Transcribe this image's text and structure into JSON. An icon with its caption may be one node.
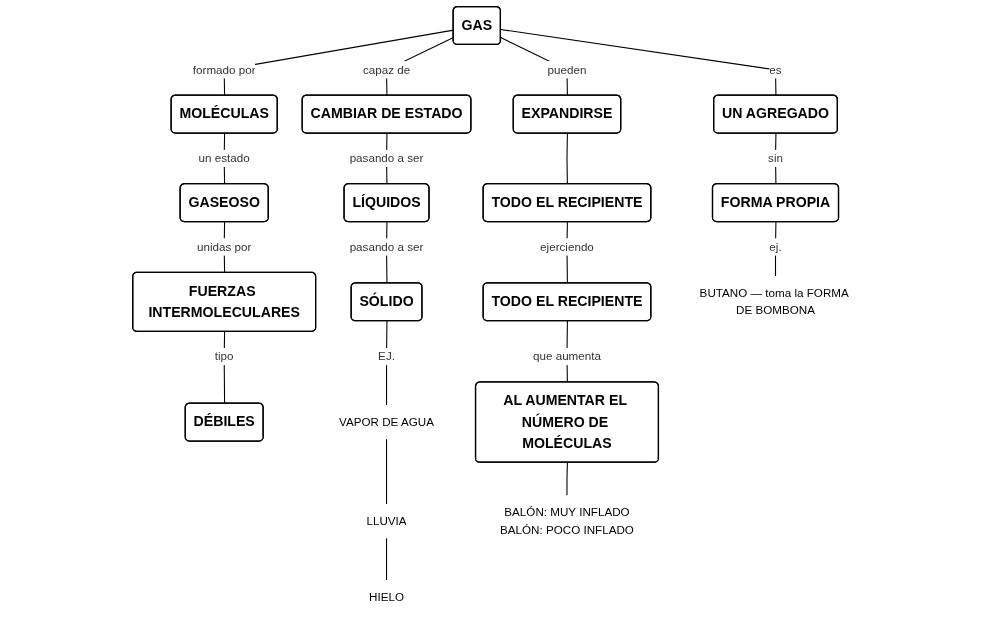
{
  "diagram": {
    "nodes": [
      {
        "text": [
          "GAS"
        ]
      },
      {
        "text": [
          "UN AGREGADO"
        ]
      },
      {
        "text": [
          "EXPANDIRSE"
        ]
      },
      {
        "text": [
          "MOLÉCULAS"
        ]
      },
      {
        "text": [
          "CAMBIAR DE ESTADO"
        ]
      },
      {
        "text": [
          "FORMA PROPIA"
        ]
      },
      {
        "text": [
          "GASEOSO"
        ]
      },
      {
        "text": [
          "FUERZAS INTERMOLECULARES"
        ]
      },
      {
        "text": [
          "DÉBILES"
        ]
      },
      {
        "text": [
          "LÍQUIDOS"
        ]
      },
      {
        "text": [
          "SÓLIDO"
        ]
      },
      {
        "text": [
          "TODO EL RECIPIENTE"
        ]
      },
      {
        "text": [
          "TODO EL RECIPIENTE"
        ]
      },
      {
        "text": [
          "AL AUMENTAR EL NÚMERO DE MOLÉCULAS"
        ]
      },
      {
        "text": [
          "BUTANO — toma la FORMA DE BOMBONA"
        ]
      },
      {
        "text": [
          "VAPOR DE AGUA"
        ]
      },
      {
        "text": [
          "LLUVIA"
        ]
      },
      {
        "text": [
          "HIELO"
        ]
      },
      {
        "text": [
          "BALÓN: MUY INFLADO",
          "BALÓN: POCO INFLADO"
        ]
      }
    ],
    "edges": [
      {
        "from": 0,
        "to": 1,
        "label": "es",
        "arrow": "none"
      },
      {
        "from": 0,
        "to": 3,
        "label": "formado por",
        "arrow": "none"
      },
      {
        "from": 0,
        "to": 4,
        "label": "capaz de",
        "arrow": "none"
      },
      {
        "from": 0,
        "to": 2,
        "label": "pueden",
        "arrow": "none"
      },
      {
        "from": 1,
        "to": 5,
        "label": "sin",
        "arrow": "none"
      },
      {
        "from": 3,
        "to": 6,
        "label": "un estado",
        "arrow": "none"
      },
      {
        "from": 6,
        "to": 7,
        "label": "unidas por",
        "arrow": "none"
      },
      {
        "from": 7,
        "to": 8,
        "label": "tipo",
        "arrow": "none"
      },
      {
        "from": 4,
        "to": 9,
        "label": "pasando a ser",
        "arrow": "none"
      },
      {
        "from": 9,
        "to": 10,
        "label": "pasando a ser",
        "arrow": "none"
      },
      {
        "from": 2,
        "to": 11,
        "arrow": "none"
      },
      {
        "from": 11,
        "to": 12,
        "label": "ejerciendo",
        "arrow": "none"
      },
      {
        "from": 12,
        "to": 13,
        "label": "que aumenta",
        "arrow": "none"
      },
      {
        "from": 5,
        "to": 14,
        "label": "ej.",
        "arrow": "none"
      },
      {
        "from": 10,
        "to": 15,
        "label": "EJ.",
        "arrow": "none"
      },
      {
        "from": 15,
        "to": 16,
        "arrow": "none"
      },
      {
        "from": 16,
        "to": 17,
        "arrow": "none"
      },
      {
        "from": 13,
        "to": 18,
        "arrow": "none"
      }
    ]
  }
}
